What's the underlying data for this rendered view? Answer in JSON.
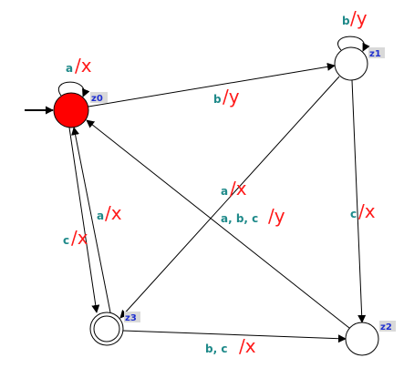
{
  "colors": {
    "edge": "#000000",
    "node_stroke": "#000000",
    "start_fill": "#ff0000",
    "node_fill": "#ffffff",
    "input_text": "#1f8a8a",
    "output_text": "#ff1a1a",
    "state_label": "#1f2fcf",
    "state_label_bg": "#d9d9d9"
  },
  "diagram": {
    "states": [
      {
        "id": "z0",
        "label": "z0",
        "start": true,
        "final": false
      },
      {
        "id": "z1",
        "label": "z1",
        "start": false,
        "final": false
      },
      {
        "id": "z2",
        "label": "z2",
        "start": false,
        "final": false
      },
      {
        "id": "z3",
        "label": "z3",
        "start": false,
        "final": true
      }
    ],
    "transitions": [
      {
        "id": "z0_loop",
        "from": "z0",
        "to": "z0",
        "input": "a",
        "output": "/x"
      },
      {
        "id": "z0_z1",
        "from": "z0",
        "to": "z1",
        "input": "b",
        "output": "/y"
      },
      {
        "id": "z0_z3",
        "from": "z0",
        "to": "z3",
        "input": "c",
        "output": "/x"
      },
      {
        "id": "z3_z0",
        "from": "z3",
        "to": "z0",
        "input": "a",
        "output": "/x"
      },
      {
        "id": "z1_loop",
        "from": "z1",
        "to": "z1",
        "input": "b",
        "output": "/y"
      },
      {
        "id": "z1_z3",
        "from": "z1",
        "to": "z3",
        "input": "a",
        "output": "/x"
      },
      {
        "id": "z1_z2",
        "from": "z1",
        "to": "z2",
        "input": "c",
        "output": "/x"
      },
      {
        "id": "z2_z0",
        "from": "z2",
        "to": "z0",
        "input": "a, b, c",
        "output": "/y"
      },
      {
        "id": "z3_z2",
        "from": "z3",
        "to": "z2",
        "input": "b, c",
        "output": "/x"
      }
    ]
  }
}
